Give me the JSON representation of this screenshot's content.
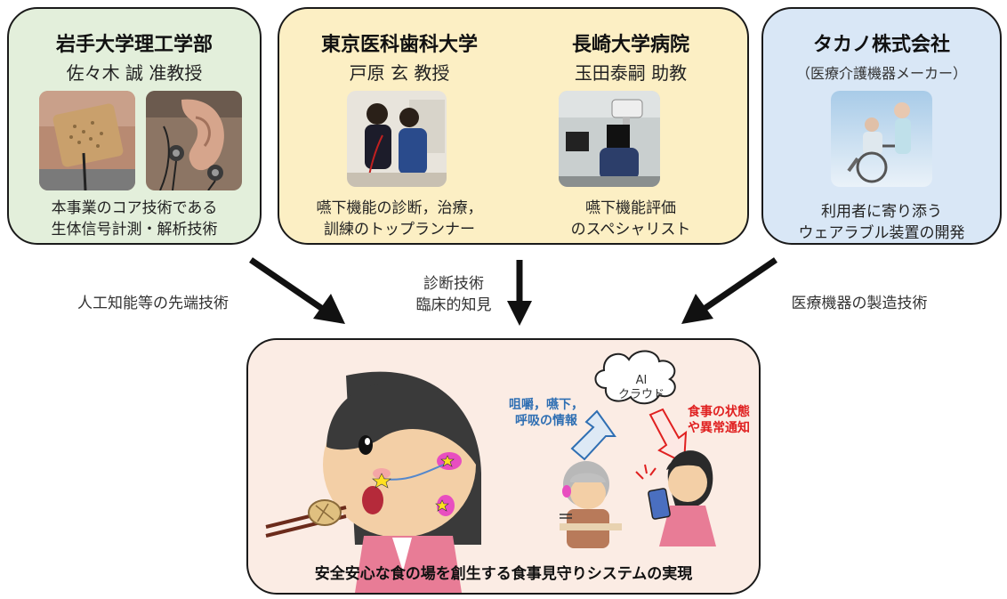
{
  "partners": {
    "iwate": {
      "name": "岩手大学理工学部",
      "person": "佐々木 誠 准教授",
      "desc_line1": "本事業のコア技術である",
      "desc_line2": "生体信号計測・解析技術"
    },
    "tmdu": {
      "name": "東京医科歯科大学",
      "person": "戸原 玄 教授",
      "desc_line1": "嚥下機能の診断，治療，",
      "desc_line2": "訓練のトップランナー"
    },
    "nagasaki": {
      "name": "長崎大学病院",
      "person": "玉田泰嗣 助教",
      "desc_line1": "嚥下機能評価",
      "desc_line2": "のスペシャリスト"
    },
    "takano": {
      "name": "タカノ株式会社",
      "subtitle": "（医療介護機器メーカー）",
      "desc_line1": "利用者に寄り添う",
      "desc_line2": "ウェアラブル装置の開発"
    }
  },
  "contributions": {
    "left": "人工知能等の先端技術",
    "center_line1": "診断技術",
    "center_line2": "臨床的知見",
    "right": "医療機器の製造技術"
  },
  "outcome": {
    "cloud_line1": "AI",
    "cloud_line2": "クラウド",
    "upload_line1": "咀嚼，嚥下，",
    "upload_line2": "呼吸の情報",
    "notify_line1": "食事の状態",
    "notify_line2": "や異常通知",
    "caption": "安全安心な食の場を創生する食事見守りシステムの実現"
  },
  "colors": {
    "iwate_bg": "#e3efdb",
    "center_bg": "#fcefc4",
    "takano_bg": "#d9e7f6",
    "outcome_bg": "#fbece4",
    "upload_text": "#2f6fb3",
    "notify_text": "#e02020"
  },
  "icons": [
    "arrow-down-right-icon",
    "arrow-down-icon",
    "arrow-down-left-icon",
    "ai-cloud-icon",
    "upload-arrow-icon",
    "notify-arrow-icon"
  ]
}
